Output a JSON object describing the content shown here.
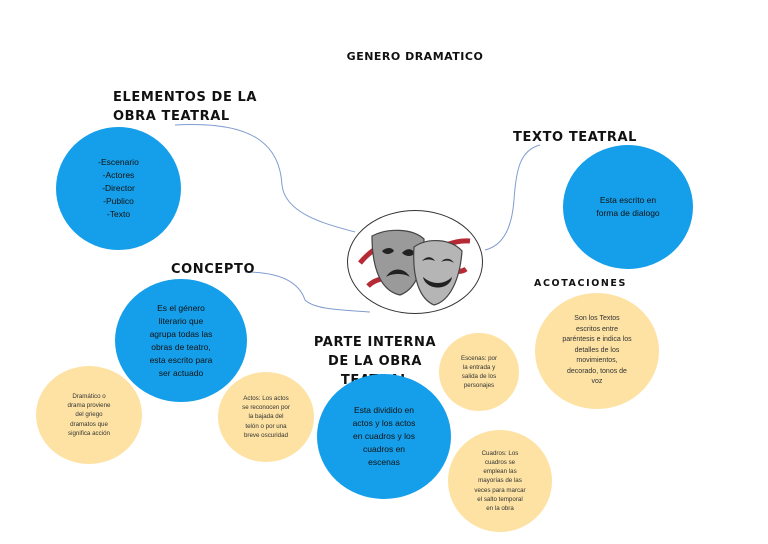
{
  "title": "GENERO DRAMATICO",
  "headings": {
    "elementos": "ELEMENTOS DE LA\nOBRA TEATRAL",
    "texto": "TEXTO TEATRAL",
    "concepto": "CONCEPTO",
    "acotaciones": "ACOTACIONES",
    "parte": "PARTE INTERNA\nDE LA OBRA TEATRAL"
  },
  "circles": {
    "elementos": "-Escenario\n-Actores\n-Director\n-Publico\n-Texto",
    "texto": "Esta escrito en\nforma de dialogo",
    "concepto": "Es el género\nliterario que\nagrupa todas las\nobras de teatro,\nesta escrito para\nser actuado",
    "acotaciones": "Son los Textos\nescritos entre\nparéntesis e indica los\ndetalles de los\nmovimientos,\ndecorado, tonos de\nvoz",
    "parte": "Esta dividido en\nactos y los actos\nen cuadros y los\ncuadros en\nescenas",
    "dramatico": "Dramático o\ndrama proviene\ndel griego\ndramatos que\nsignifica acción",
    "actos": "Actos: Los actos\nse reconocen por\nla bajada del\ntelón o por una\nbreve oscuridad",
    "escenas": "Escenas: por\nla entrada y\nsalida de los\npersonajes",
    "cuadros": "Cuadros: Los\ncuadros se\nemplean las\nmayorías de las\nveces para marcar\nel salto temporal\nen la obra"
  },
  "colors": {
    "blue": "#159fea",
    "yellow": "#fde2a3",
    "connector": "#7f9ccf",
    "ribbon": "#b52a35"
  },
  "icons": {
    "center": "theatre-masks-icon"
  }
}
